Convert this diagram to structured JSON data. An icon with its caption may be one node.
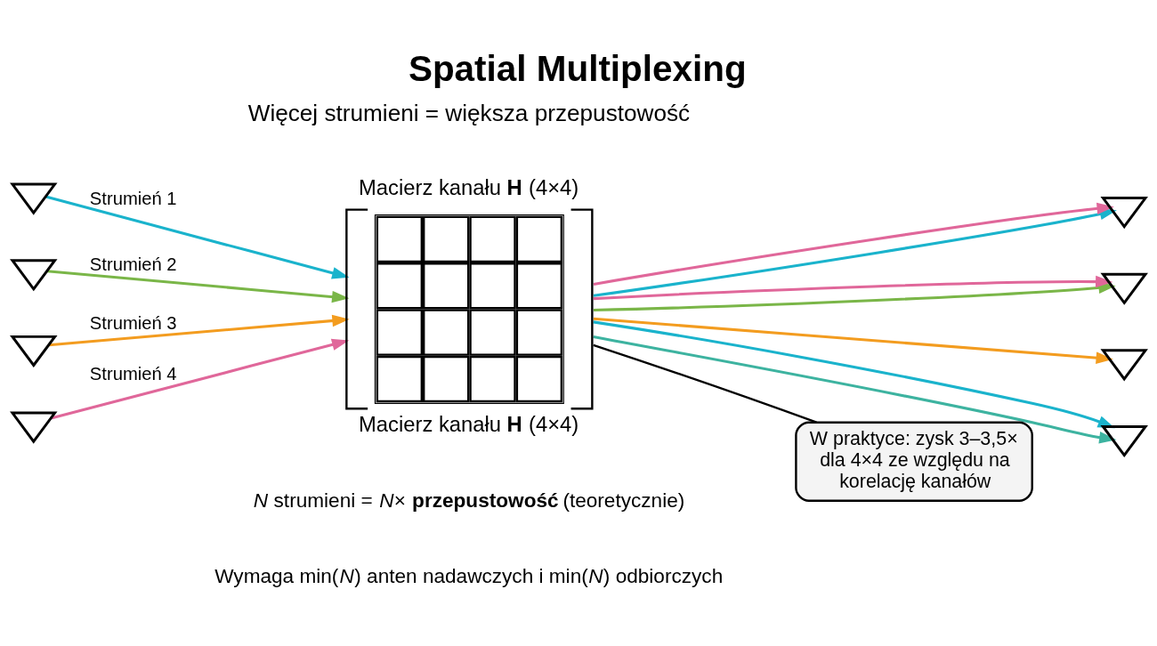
{
  "diagram": {
    "title": "Spatial Multiplexing",
    "nodes": [
      {
        "text": [],
        "shape": "antenna"
      },
      {
        "text": [],
        "shape": "antenna"
      },
      {
        "text": [],
        "shape": "antenna"
      },
      {
        "text": [],
        "shape": "antenna"
      },
      {
        "text": [
          "Macierz kanału **H** (4×4)",
          "Macierz kanału **H** (4×4)"
        ]
      },
      {
        "text": [],
        "shape": "antenna"
      },
      {
        "text": [],
        "shape": "antenna"
      },
      {
        "text": [],
        "shape": "antenna"
      },
      {
        "text": [],
        "shape": "antenna"
      },
      {
        "text": [
          "W praktyce: zysk 3–3,5× dla 4×4 ze względu na korelację kanałów"
        ]
      }
    ],
    "edges": [
      {
        "from": 0,
        "to": 4,
        "arrow": "to",
        "label": "Strumień 1",
        "color": "#1ab3cc"
      },
      {
        "from": 1,
        "to": 4,
        "arrow": "to",
        "label": "Strumień 2",
        "color": "#7ab648"
      },
      {
        "from": 2,
        "to": 4,
        "arrow": "to",
        "label": "Strumień 3",
        "color": "#f39c1f"
      },
      {
        "from": 3,
        "to": 4,
        "arrow": "to",
        "label": "Strumień 4",
        "color": "#e0679a"
      },
      {
        "from": 4,
        "to": 5,
        "arrow": "to",
        "color": "#1ab3cc"
      },
      {
        "from": 4,
        "to": 8,
        "arrow": "to",
        "color": "#3db3a0"
      },
      {
        "from": 4,
        "to": 7,
        "arrow": "to",
        "color": "#f39c1f"
      },
      {
        "from": 4,
        "to": 6,
        "arrow": "to",
        "color": "#7ab648"
      },
      {
        "from": 4,
        "to": 8,
        "arrow": "to",
        "color": "#1ab3cc"
      },
      {
        "from": 4,
        "to": 5,
        "arrow": "to",
        "color": "#e0679a"
      },
      {
        "from": 4,
        "to": 6,
        "arrow": "to",
        "color": "#e0679a"
      },
      {
        "from": 9,
        "to": 4,
        "arrow": "none",
        "color": "#000000"
      }
    ],
    "labels": [
      "Więcej strumieni = większa przepustowość",
      "*N* strumieni = *N*× **przepustowość** (teoretycznie)",
      "Wymaga min(*N*) anten nadawczych i min(*N*) odbiorczych"
    ]
  }
}
